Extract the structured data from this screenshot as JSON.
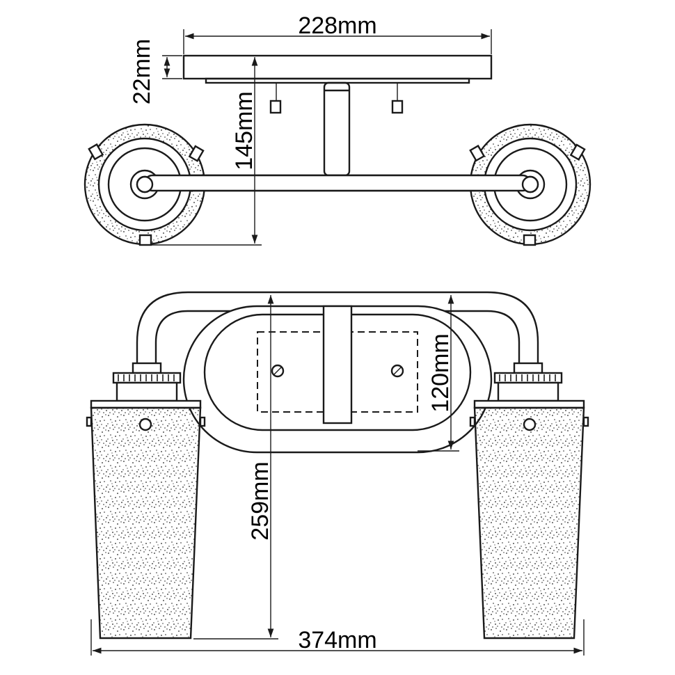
{
  "drawing": {
    "line_color": "#1a1a1a",
    "background": "#ffffff",
    "dimensions": {
      "width_top": "228mm",
      "plate_depth": "22mm",
      "projection": "145mm",
      "height_upper": "120mm",
      "height_total": "259mm",
      "width_total": "374mm"
    }
  }
}
